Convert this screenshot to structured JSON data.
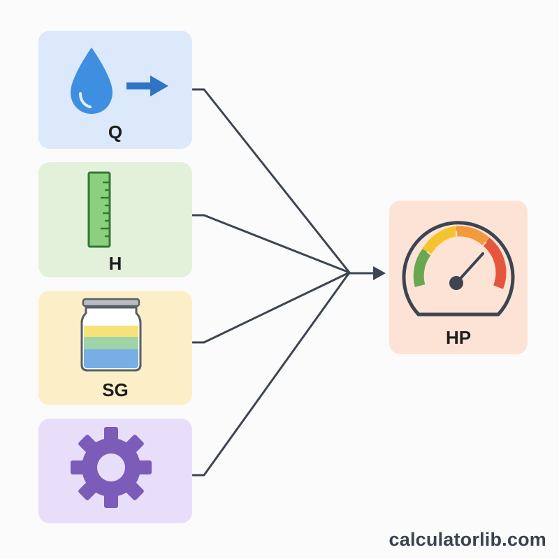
{
  "inputs": [
    {
      "label": "Q",
      "icon": "water-drop-flow-icon",
      "bg": "#dbe9fb"
    },
    {
      "label": "H",
      "icon": "ruler-icon",
      "bg": "#e3f1da"
    },
    {
      "label": "SG",
      "icon": "liquid-jar-icon",
      "bg": "#fcefc8"
    },
    {
      "label": "",
      "icon": "gear-icon",
      "bg": "#e9defa"
    }
  ],
  "output": {
    "label": "HP",
    "icon": "speedometer-gauge-icon",
    "bg": "#fde3d6"
  },
  "watermark": "calculatorlib.com",
  "colors": {
    "connector": "#3d4550",
    "drop": "#3f8fe0",
    "ruler": "#8ccf7e",
    "gear": "#7b5cb8",
    "gauge_green": "#6aa84f",
    "gauge_yellow": "#f4c430",
    "gauge_orange": "#f19a3e",
    "gauge_red": "#e4573d"
  }
}
